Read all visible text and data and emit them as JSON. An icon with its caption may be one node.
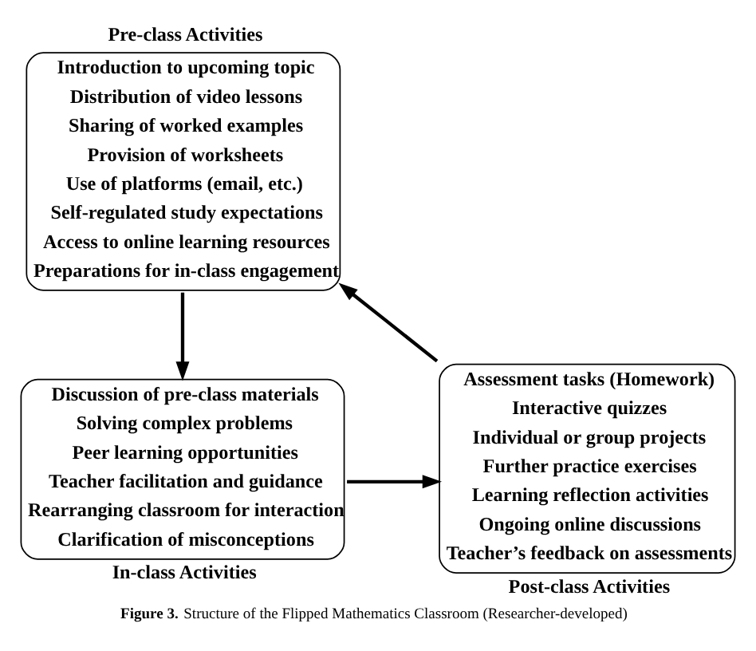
{
  "diagram": {
    "caption": "**Figure 3.** Structure of the Flipped Mathematics Classroom (Researcher-developed)",
    "nodes": [
      {
        "text": [
          "Pre-class Activities",
          "Introduction to upcoming topic",
          "Distribution of video lessons",
          "Sharing of worked examples",
          "Provision of worksheets",
          "Use of platforms (email, etc.)",
          "Self-regulated study expectations",
          "Access to online learning resources",
          "Preparations for in-class engagement"
        ]
      },
      {
        "text": [
          "Discussion of pre-class materials",
          "Solving complex problems",
          "Peer learning opportunities",
          "Teacher facilitation and guidance",
          "Rearranging classroom for interaction",
          "Clarification of misconceptions",
          "In-class Activities"
        ]
      },
      {
        "text": [
          "Assessment tasks (Homework)",
          "Interactive quizzes",
          "Individual or group projects",
          "Further practice exercises",
          "Learning reflection activities",
          "Ongoing online discussions",
          "Teacher’s feedback on assessments",
          "Post-class Activities"
        ]
      }
    ],
    "edges": [
      {
        "from": 0,
        "to": 1,
        "arrow": "to"
      },
      {
        "from": 1,
        "to": 2,
        "arrow": "to"
      },
      {
        "from": 2,
        "to": 0,
        "arrow": "to"
      }
    ]
  }
}
